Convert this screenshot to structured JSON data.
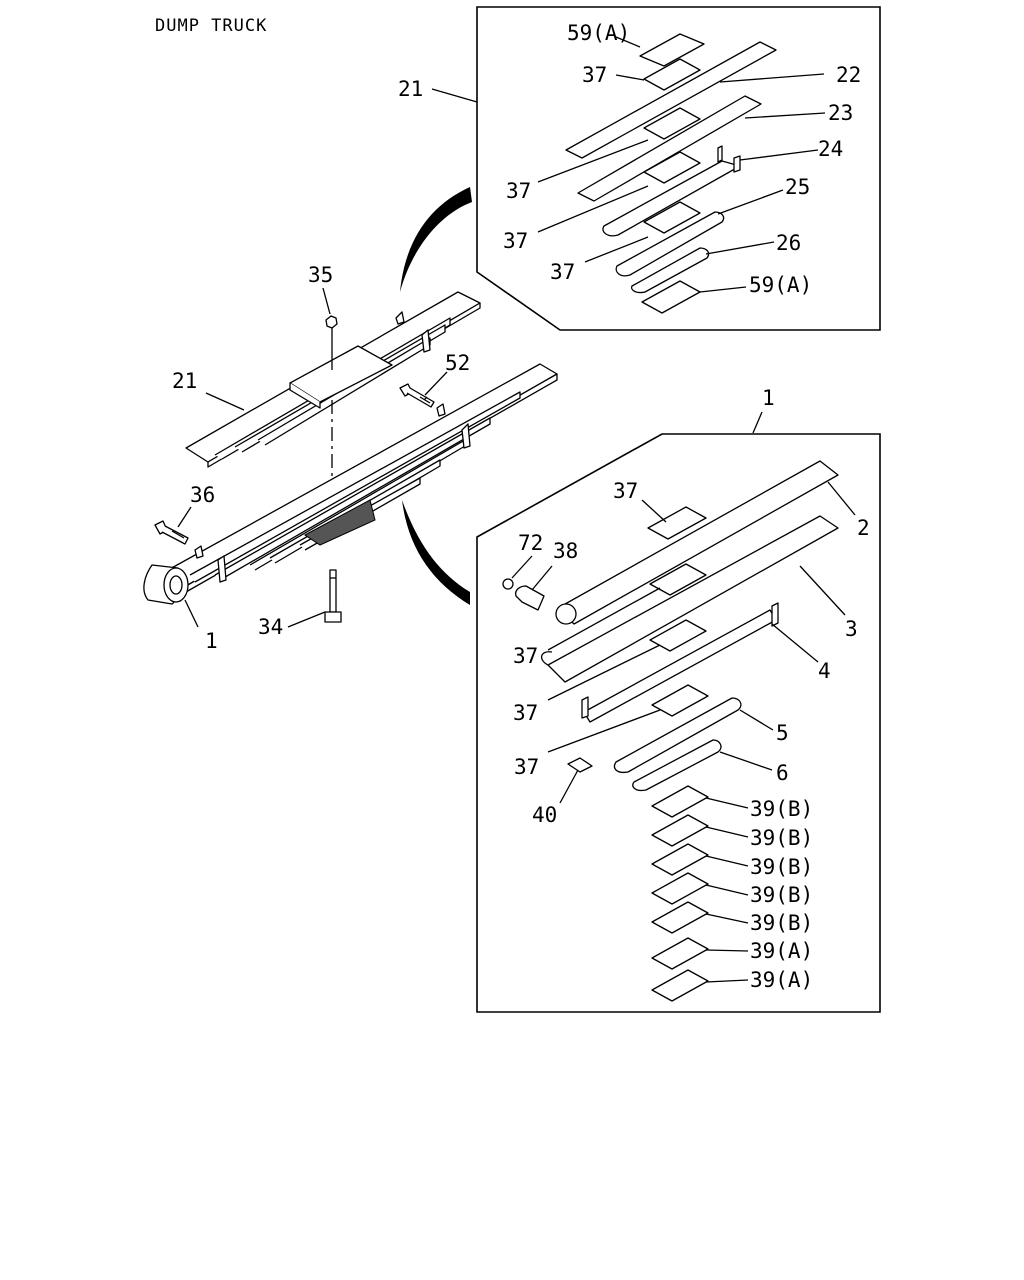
{
  "title": "DUMP TRUCK",
  "callouts": {
    "c21a": "21",
    "c21b": "21",
    "c35": "35",
    "c52": "52",
    "c36": "36",
    "c1a": "1",
    "c34": "34",
    "c1b": "1",
    "u59a": "59(A)",
    "u37a": "37",
    "u22": "22",
    "u23": "23",
    "u37b": "37",
    "u24": "24",
    "u37c": "37",
    "u25": "25",
    "u37d": "37",
    "u26": "26",
    "u59b": "59(A)",
    "l37a": "37",
    "l72": "72",
    "l38": "38",
    "l2": "2",
    "l3": "3",
    "l37b": "37",
    "l4": "4",
    "l37c": "37",
    "l5": "5",
    "l37d": "37",
    "l6": "6",
    "l40": "40",
    "l39a": "39(B)",
    "l39b": "39(B)",
    "l39c": "39(B)",
    "l39d": "39(B)",
    "l39e": "39(B)",
    "l39f": "39(A)",
    "l39g": "39(A)"
  }
}
